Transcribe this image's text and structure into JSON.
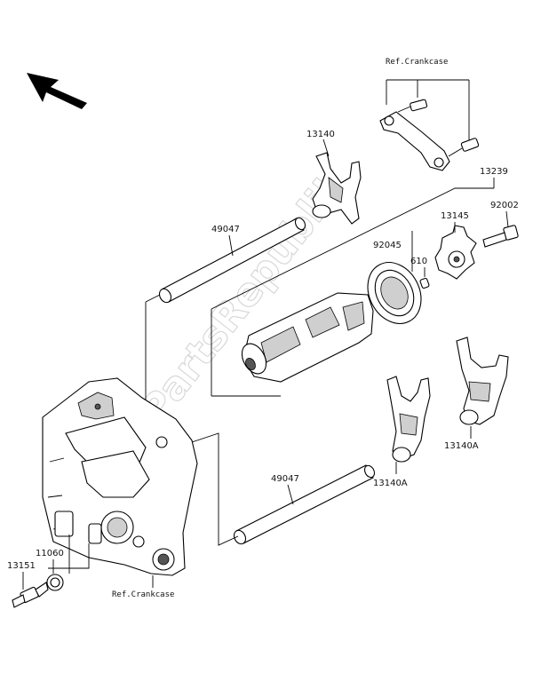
{
  "watermark": "PartsRepublik",
  "labels": {
    "p13140": "13140",
    "p49047_top": "49047",
    "p13239": "13239",
    "p92002": "92002",
    "p13145": "13145",
    "p92045": "92045",
    "p610": "610",
    "p13140a_left": "13140A",
    "p13140a_right": "13140A",
    "p49047_bottom": "49047",
    "p11060": "11060",
    "p13151": "13151",
    "ref_crankcase_top": "Ref.Crankcase",
    "ref_crankcase_bottom": "Ref.Crankcase"
  }
}
